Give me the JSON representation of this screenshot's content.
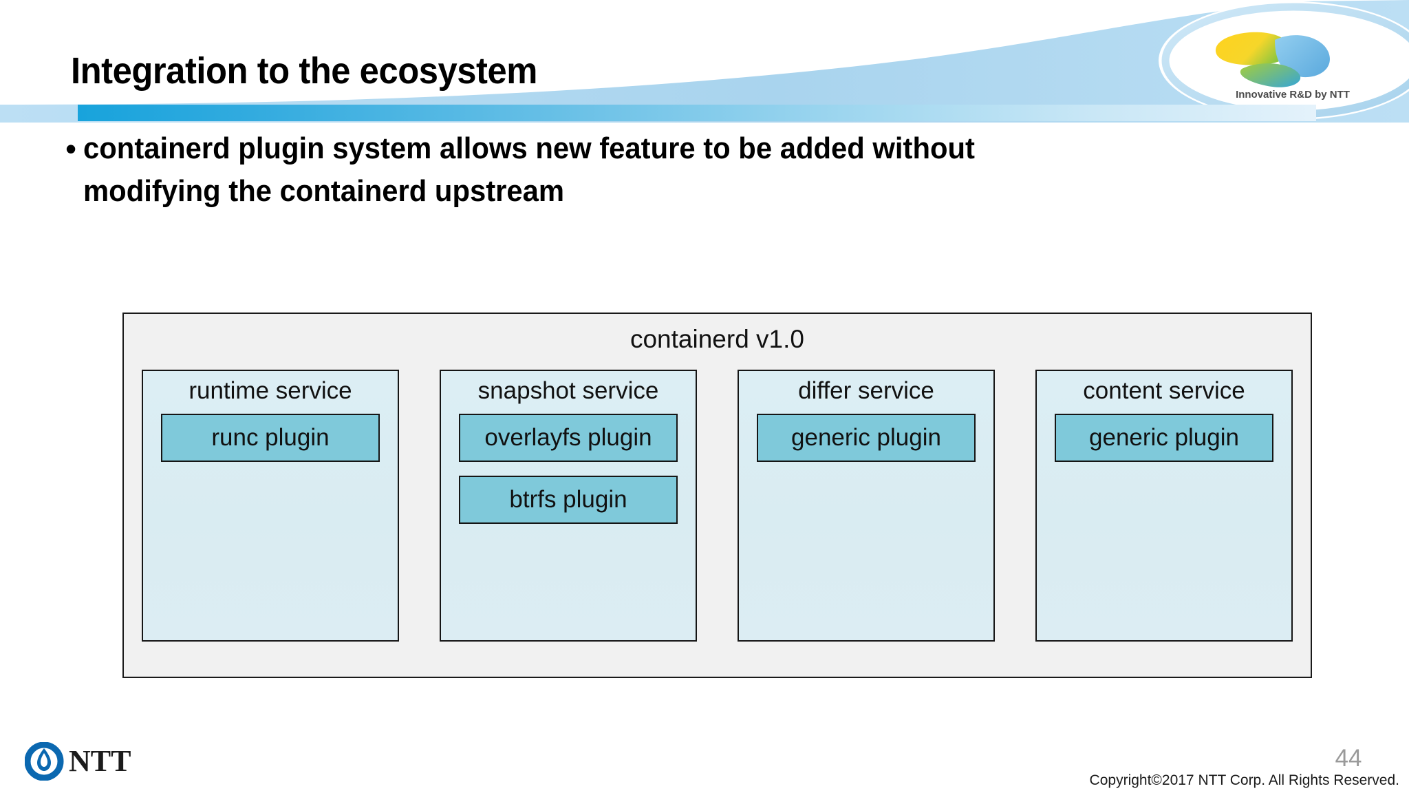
{
  "slide": {
    "title": "Integration to the ecosystem",
    "bullets": [
      {
        "marker": "•",
        "line1": "containerd plugin system allows new feature to be added without",
        "line2": "modifying the containerd upstream"
      }
    ],
    "page_number": "44",
    "copyright": "Copyright©2017  NTT Corp. All Rights Reserved.",
    "brand": {
      "logo_wordmark": "NTT",
      "rd_logo_caption": "Innovative R&D by NTT"
    },
    "colors": {
      "accent_bar_start": "#18a3dc",
      "accent_bar_end": "#e4f2fb",
      "swoosh": "#a9d4ee",
      "container_fill": "#f1f1f1",
      "service_fill": "#daecf2",
      "plugin_fill": "#7fc9da",
      "border": "#151515",
      "ntt_blue": "#0b68b0",
      "page_number_gray": "#9a9a9a"
    }
  },
  "diagram": {
    "title": "containerd v1.0",
    "services": [
      {
        "label": "runtime service",
        "plugins": [
          "runc plugin"
        ]
      },
      {
        "label": "snapshot service",
        "plugins": [
          "overlayfs plugin",
          "btrfs plugin"
        ]
      },
      {
        "label": "differ service",
        "plugins": [
          "generic plugin"
        ]
      },
      {
        "label": "content service",
        "plugins": [
          "generic plugin"
        ]
      }
    ]
  }
}
